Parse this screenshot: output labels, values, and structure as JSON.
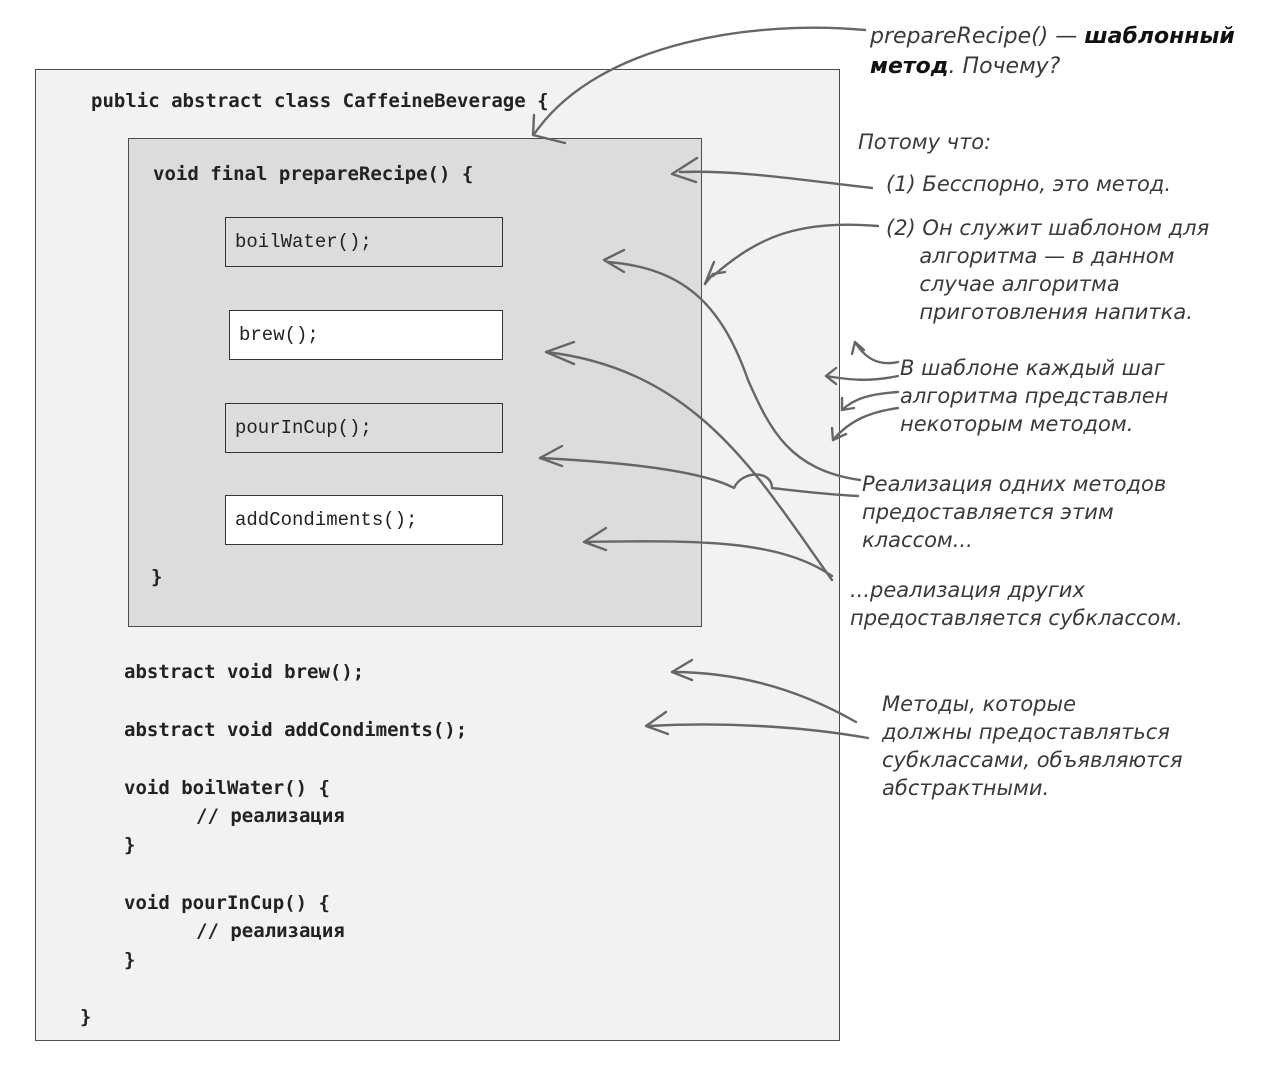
{
  "code": {
    "class_header": "public abstract class CaffeineBeverage {",
    "template_header": "void final prepareRecipe() {",
    "template_close": "}",
    "steps": [
      "boilWater();",
      "brew();",
      "pourInCup();",
      "addCondiments();"
    ],
    "abstract_brew": "abstract void brew();",
    "abstract_condiments": "abstract void addCondiments();",
    "boil_water_header": "void boilWater() {",
    "boil_water_body": "// реализация",
    "boil_water_close": "}",
    "pour_header": "void pourInCup() {",
    "pour_body": "// реализация",
    "pour_close": "}",
    "class_close": "}"
  },
  "annotations": {
    "template_method_prefix": "prepareRecipe() — ",
    "template_method_bold1": "шаблонный",
    "template_method_bold2": "метод",
    "template_method_suffix": ". Почему?",
    "because": "Потому что:",
    "reason1": "(1) Бесспорно, это метод.",
    "reason2": "(2) Он служит шаблоном для\n     алгоритма — в данном\n     случае алгоритма\n     приготовления напитка.",
    "steps_note": "В шаблоне каждый шаг\nалгоритма представлен\nнекоторым методом.",
    "this_class_note": "Реализация одних методов\nпредоставляется этим\nклассом...",
    "subclass_note": "...реализация других\nпредоставляется субклассом.",
    "abstract_note": "Методы, которые\nдолжны предоставляться\nсубклассами, объявляются\nабстрактными."
  }
}
